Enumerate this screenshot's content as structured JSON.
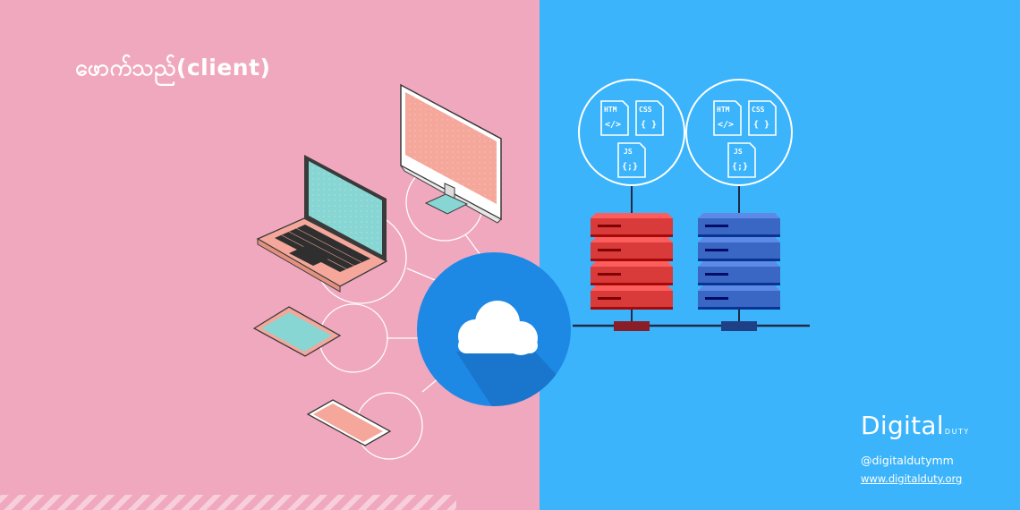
{
  "title": "ဖောက်သည်(client)",
  "colors": {
    "left_bg": "#f0a8bf",
    "right_bg": "#3bb4fc",
    "cloud_circle": "#1e88e5",
    "server_red": "#d93a3a",
    "server_blue": "#3a66c4"
  },
  "icons": [
    "laptop-icon",
    "desktop-monitor-icon",
    "tablet-icon",
    "phone-icon",
    "cloud-icon",
    "server-icon",
    "html-file-icon",
    "css-file-icon",
    "js-file-icon"
  ],
  "files": {
    "html": {
      "label": "HTM",
      "glyph": "</>"
    },
    "css": {
      "label": "CSS",
      "glyph": "{ }"
    },
    "js": {
      "label": "JS",
      "glyph": "{;}"
    }
  },
  "brand": {
    "name": "Digital",
    "sub": "DUTY",
    "handle": "@digitaldutymm",
    "url": "www.digitalduty.org"
  }
}
